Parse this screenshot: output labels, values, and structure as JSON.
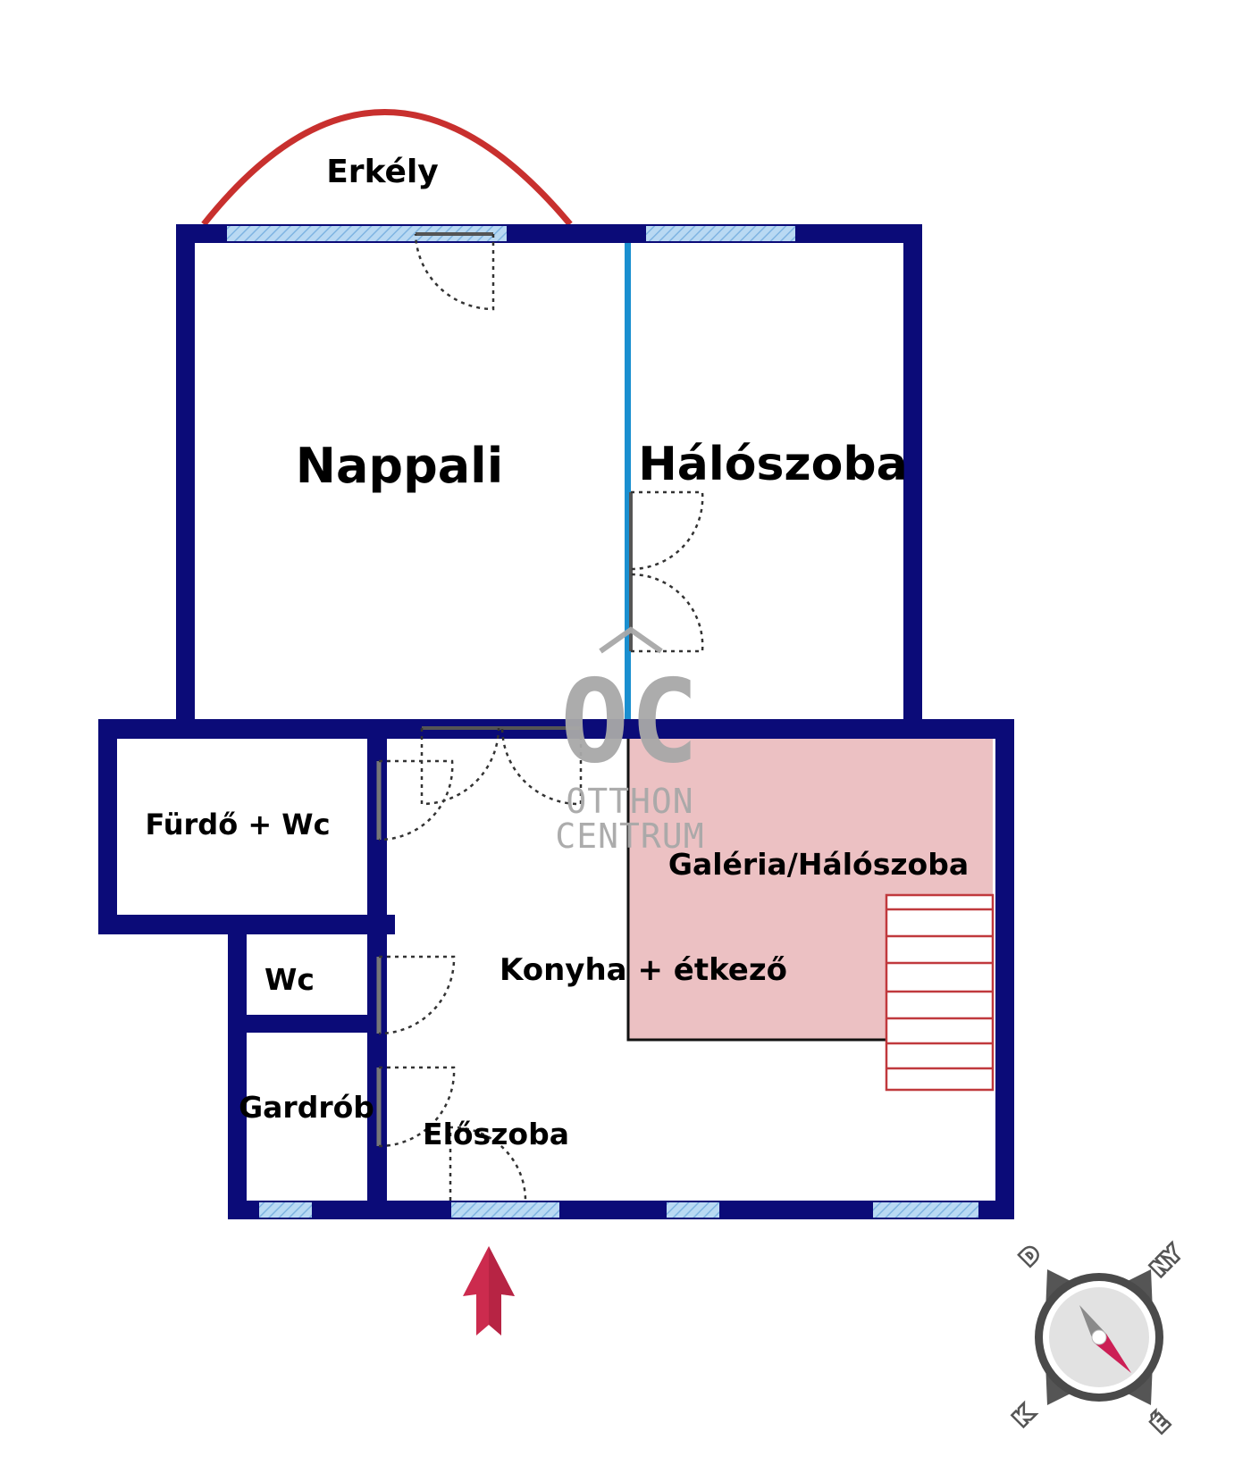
{
  "floor_plan": {
    "rooms": {
      "balcony": "Erkély",
      "living_room": "Nappali",
      "bedroom": "Hálószoba",
      "bathroom": "Fürdő + Wc",
      "toilet": "Wc",
      "wardrobe": "Gardrób",
      "kitchen": "Konyha + étkező",
      "gallery": "Galéria/Hálószoba",
      "hall": "Előszoba"
    },
    "watermark": {
      "logo": "OC",
      "line1": "OTTHON",
      "line2": "CENTRUM"
    },
    "compass": {
      "north": "NY",
      "south": "K",
      "east": "É",
      "west": "D"
    },
    "colors": {
      "wall": "#0b0b78",
      "window": "#9ec9ee",
      "partition": "#1a8fd0",
      "balcony_outline": "#c8302e",
      "gallery_fill": "#ecc1c3",
      "stairs": "#c0393d",
      "entrance_arrow": "#cc2b4e"
    }
  }
}
